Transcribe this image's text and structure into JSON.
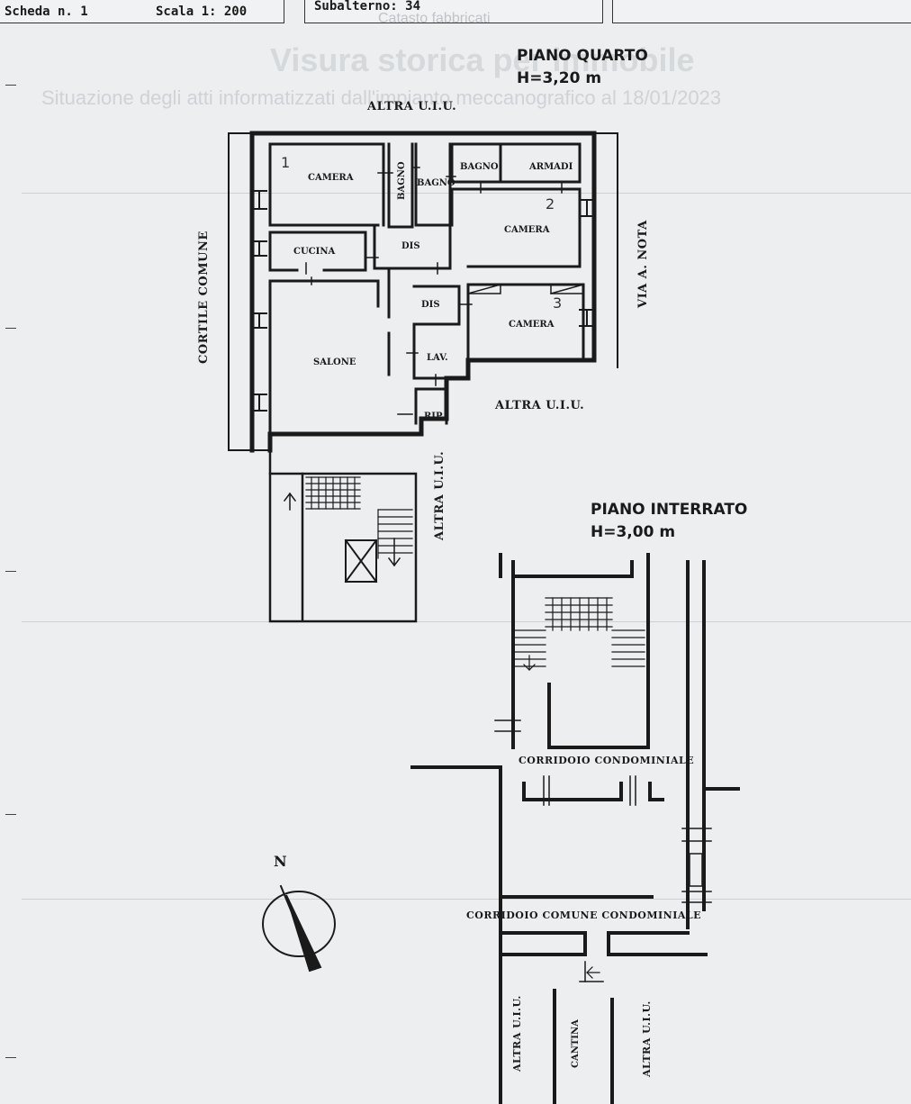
{
  "header": {
    "scheda": "Scheda n. 1",
    "scala": "Scala 1: 200",
    "subalterno": "Subalterno: 34"
  },
  "background_doc": {
    "title": "Visura storica per immobile",
    "subtitle": "Situazione degli atti informatizzati dall'impianto meccanografico al 18/01/2023",
    "stamp": "Catasto fabbricati"
  },
  "floors": {
    "upper": {
      "name": "PIANO QUARTO",
      "height": "H=3,20 m"
    },
    "basement": {
      "name": "PIANO INTERRATO",
      "height": "H=3,00 m"
    }
  },
  "rooms": {
    "camera_1": "CAMERA",
    "bagno_1": "BAGNO",
    "bagno_2": "BAGNO",
    "bagno_3": "BAGNO",
    "armadi": "ARMADI",
    "camera_2": "CAMERA",
    "cucina": "CUCINA",
    "dis_1": "DIS",
    "dis_2": "DIS",
    "camera_3": "CAMERA",
    "salone": "SALONE",
    "lav": "LAV.",
    "rip": "RIP",
    "cantina": "CANTINA"
  },
  "handwritten_numbers": [
    "1",
    "2",
    "3"
  ],
  "surroundings": {
    "altra_uiu_top": "ALTRA U.I.U.",
    "altra_uiu_right": "ALTRA U.I.U.",
    "altra_uiu_stairs": "ALTRA U.I.U.",
    "cortile": "CORTILE COMUNE",
    "via": "VIA A. NOTA",
    "corridoio_condominiale": "CORRIDOIO CONDOMINIALE",
    "corridoio_comune": "CORRIDOIO COMUNE CONDOMINIALE",
    "altra_uiu_base_left": "ALTRA U.I.U.",
    "altra_uiu_base_right": "ALTRA U.I.U."
  },
  "compass": {
    "north_label": "N"
  }
}
